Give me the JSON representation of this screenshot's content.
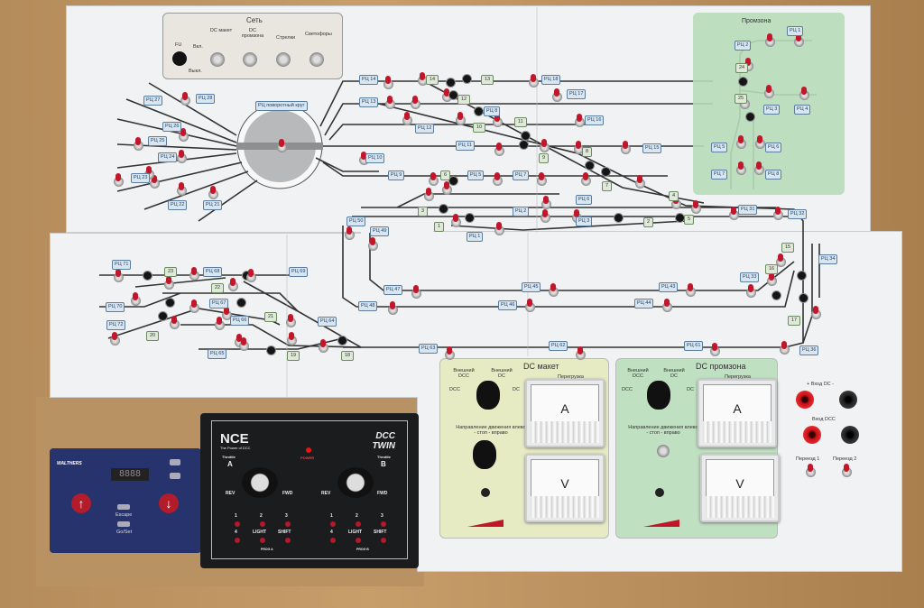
{
  "network_panel": {
    "title": "Сеть",
    "fuse": "FU",
    "on": "Вкл.",
    "off": "Выкл.",
    "switches": [
      "DC макет",
      "DC промзона",
      "Стрелки",
      "Светофоры"
    ]
  },
  "turntable_label": "РЦ поворотный круг",
  "promzona_title": "Промзона",
  "track_labels": [
    "РЦ 14",
    "РЦ 13",
    "РЦ 12",
    "РЦ 11",
    "РЦ 10",
    "РЦ 9",
    "РЦ 5",
    "РЦ 7",
    "РЦ 6",
    "РЦ 2",
    "РЦ 3",
    "РЦ 1",
    "РЦ 50",
    "РЦ 49",
    "РЦ 8",
    "РЦ 18",
    "РЦ 17",
    "РЦ 16",
    "РЦ 15",
    "РЦ 31",
    "РЦ 32",
    "РЦ 28",
    "РЦ 27",
    "РЦ 26",
    "РЦ 25",
    "РЦ 24",
    "РЦ 23",
    "РЦ 22",
    "РЦ 21",
    "РЦ 1",
    "РЦ 2",
    "РЦ 3",
    "РЦ 4",
    "РЦ 5",
    "РЦ 6",
    "РЦ 7",
    "РЦ 8",
    "РЦ 71",
    "РЦ 68",
    "РЦ 69",
    "РЦ 70",
    "РЦ 67",
    "РЦ 72",
    "РЦ 66",
    "РЦ 64",
    "РЦ 65",
    "РЦ 47",
    "РЦ 45",
    "РЦ 43",
    "РЦ 33",
    "РЦ 48",
    "РЦ 46",
    "РЦ 44",
    "РЦ 63",
    "РЦ 62",
    "РЦ 61",
    "РЦ 36",
    "РЦ 34"
  ],
  "switch_numbers": [
    "14",
    "13",
    "12",
    "10",
    "11",
    "9",
    "8",
    "6",
    "7",
    "3",
    "1",
    "4",
    "5",
    "2",
    "24",
    "25",
    "23",
    "22",
    "21",
    "20",
    "19",
    "18",
    "15",
    "16",
    "17"
  ],
  "dc_layout": {
    "title": "DC макет",
    "ext_dcc": "Внешний DCC",
    "ext_dc": "Внешний DC",
    "dcc": "DCC",
    "dc": "DC",
    "overload": "Перегрузка",
    "direction": "Направление движения влево - стоп - вправо",
    "ammeter": "A",
    "voltmeter": "V"
  },
  "dc_promzona": {
    "title": "DC промзона",
    "ext_dcc": "Внешний DCC",
    "ext_dc": "Внешний DC",
    "dcc": "DCC",
    "dc": "DC",
    "overload": "Перегрузка",
    "direction": "Направление движения влево - стоп - вправо",
    "ammeter": "A",
    "voltmeter": "V"
  },
  "inputs": {
    "dc_in": "+ Вход DC -",
    "dcc_in": "Вход DCC",
    "crossing1": "Переезд 1",
    "crossing2": "Переезд 2"
  },
  "walthers": {
    "brand": "WALTHERS",
    "display": "8888",
    "escape": "Escape",
    "goset": "Go/Set"
  },
  "nce": {
    "brand": "NCE",
    "tagline": "The Power of DCC",
    "model": "DCC TWIN",
    "power": "POWER",
    "throttle": "Throttle",
    "a": "A",
    "b": "B",
    "rev": "REV",
    "fwd": "FWD",
    "buttons": [
      "1",
      "2",
      "3",
      "4",
      "LIGHT",
      "SHIFT"
    ],
    "prog_a": "PROG A",
    "prog_b": "PROG B"
  }
}
